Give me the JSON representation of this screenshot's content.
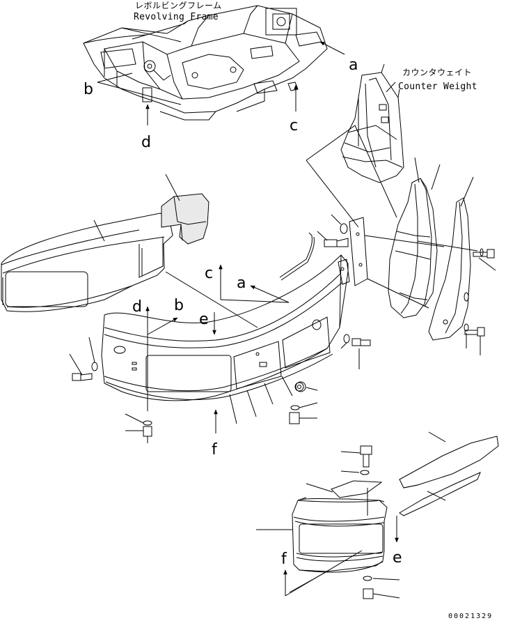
{
  "labels": {
    "revolving_frame_jp": "レボルビングフレーム",
    "revolving_frame_en": "Revolving Frame",
    "counter_weight_jp": "カウンタウェイト",
    "counter_weight_en": "Counter Weight",
    "drawing_number": "00021329"
  },
  "callouts": {
    "a_top": "a",
    "b_top": "b",
    "c_top": "c",
    "d_top": "d",
    "c_mid": "c",
    "a_mid": "a",
    "d_mid": "d",
    "b_mid": "b",
    "e_mid": "e",
    "f_mid": "f",
    "e_bot": "e",
    "f_bot": "f"
  },
  "colors": {
    "line": "#000000",
    "background": "#ffffff",
    "shade": "#e9e9e9"
  }
}
